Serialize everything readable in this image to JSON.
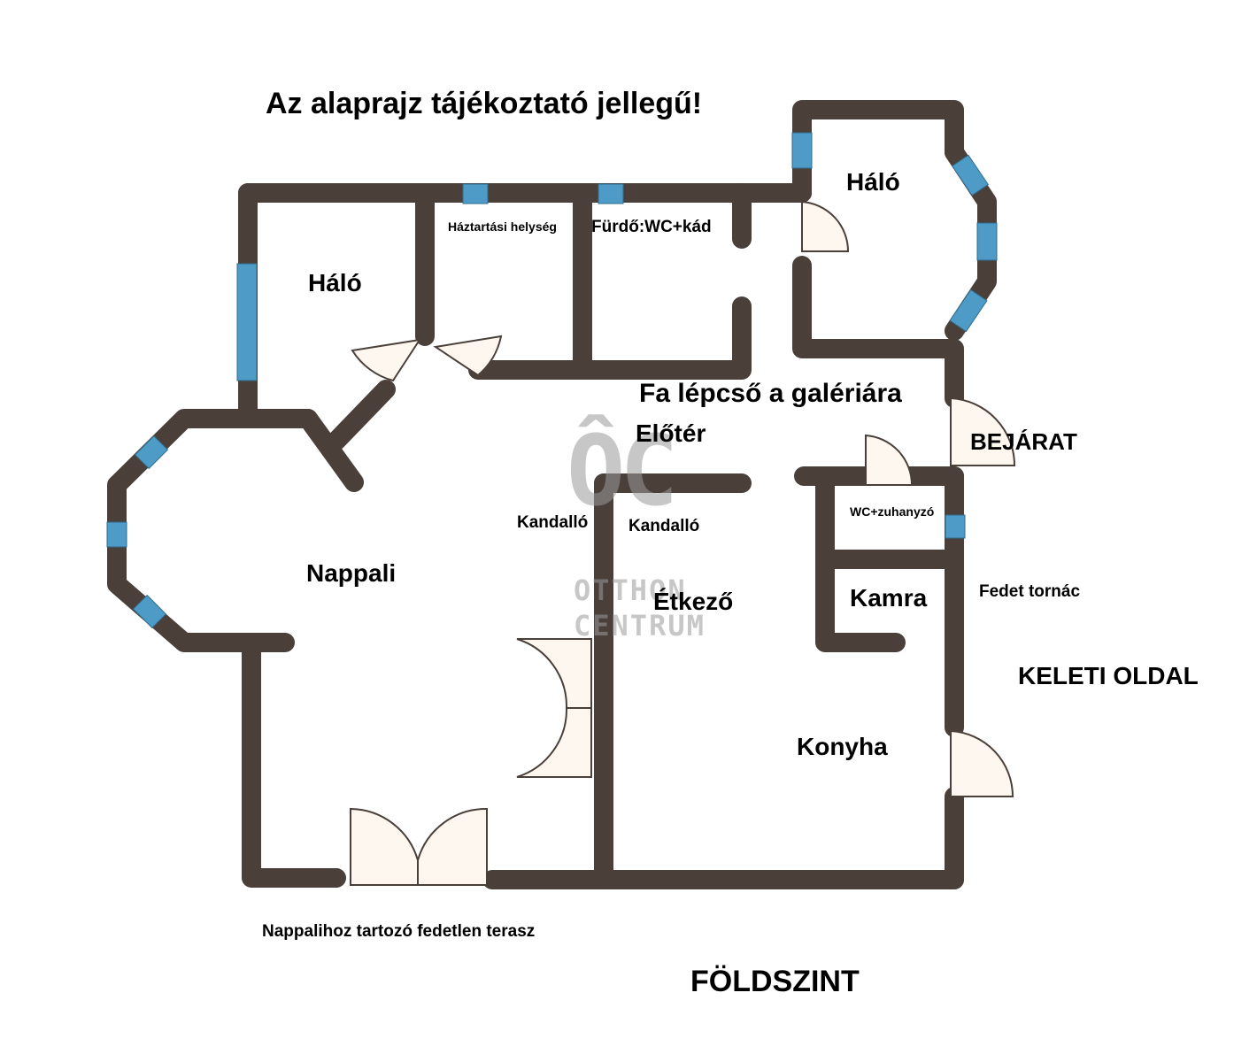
{
  "title": "Az alaprajz tájékoztató jellegű!",
  "rooms": {
    "halo_west": "Háló",
    "haztartasi": "Háztartási helység",
    "furdo": "Fürdő:WC+kád",
    "halo_north": "Háló",
    "stair": "Fa lépcső a galériára",
    "eloter": "Előtér",
    "bejarat": "BEJÁRAT",
    "wc_zuhany": "WC+zuhanyzó",
    "kandallo_1": "Kandalló",
    "kandallo_2": "Kandalló",
    "nappali": "Nappali",
    "etkezo": "Étkező",
    "kamra": "Kamra",
    "fedett_tornac": "Fedet tornác",
    "keleti_oldal": "KELETI OLDAL",
    "konyha": "Konyha",
    "terasz": "Nappalihoz tartozó fedetlen terasz",
    "foldszint": "FÖLDSZINT"
  },
  "watermark": {
    "logo": "ÔC",
    "line1": "OTTHON",
    "line2": "CENTRUM"
  },
  "colors": {
    "wall": "#4a3f39",
    "window": "#4d9bc6",
    "door_fill": "#fdf7ef"
  }
}
